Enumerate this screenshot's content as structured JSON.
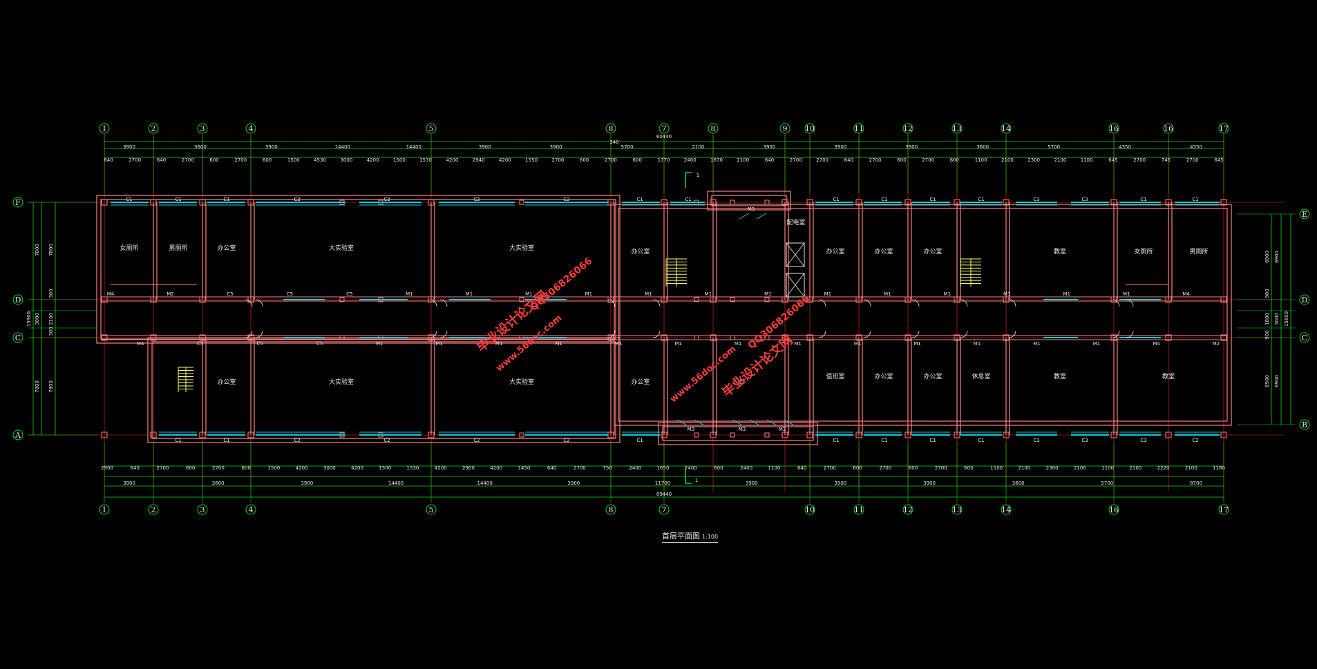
{
  "drawing": {
    "title": "首层平面图",
    "scale": "1:100",
    "total_length": "89440",
    "colors": {
      "background": "#000000",
      "dimension": "#00e000",
      "axis": "#ff2020",
      "wall": "#ff8080",
      "window": "#00d0e0",
      "text": "#e8e8e8",
      "stair": "#ffff66",
      "watermark": "#ff3030"
    },
    "axis_labels_top": [
      "1",
      "2",
      "3",
      "4",
      "5",
      "8",
      "7",
      "8",
      "9",
      "10",
      "11",
      "12",
      "13",
      "14",
      "16",
      "16",
      "17"
    ],
    "axis_labels_bottom": [
      "1",
      "2",
      "3",
      "4",
      "5",
      "8",
      "7",
      "10",
      "11",
      "12",
      "13",
      "14",
      "16",
      "17"
    ],
    "axis_labels_rows_left": [
      "F",
      "D",
      "C",
      "A"
    ],
    "axis_labels_rows_right": [
      "E",
      "D",
      "C",
      "B"
    ],
    "dims_top_outer": [
      "3900",
      "3600",
      "3900",
      "14400",
      "14400",
      "3900",
      "3900",
      "5700",
      "2100",
      "3900",
      "3900",
      "3900",
      "3600",
      "5700",
      "4350",
      "4350"
    ],
    "dims_top_inner": [
      "640",
      "2700",
      "640",
      "2700",
      "600",
      "2700",
      "600",
      "1500",
      "4530",
      "3000",
      "4200",
      "1500",
      "1530",
      "4200",
      "2940",
      "4200",
      "1550",
      "2700",
      "600",
      "2700",
      "600",
      "1770",
      "2400",
      "1670",
      "2100",
      "640",
      "2700",
      "2700",
      "640",
      "2700",
      "600",
      "2700",
      "600",
      "1100",
      "2100",
      "2300",
      "2100",
      "1100",
      "645",
      "2700",
      "745",
      "2700",
      "645"
    ],
    "dims_top_small": [
      "340",
      "60440"
    ],
    "dims_bottom_inner": [
      "2900",
      "640",
      "2700",
      "600",
      "2700",
      "600",
      "1500",
      "4200",
      "3000",
      "4200",
      "1500",
      "1530",
      "4200",
      "2900",
      "4200",
      "1450",
      "640",
      "2700",
      "750",
      "2400",
      "1650",
      "2400",
      "600",
      "2400",
      "1100",
      "640",
      "2700",
      "600",
      "2700",
      "600",
      "2700",
      "600",
      "1100",
      "2100",
      "2300",
      "2100",
      "1100",
      "2100",
      "2220",
      "2100",
      "1180"
    ],
    "dims_bottom_outer": [
      "3900",
      "3600",
      "3900",
      "14400",
      "14400",
      "3900",
      "11700",
      "3900",
      "3900",
      "3900",
      "3600",
      "5700",
      "8700"
    ],
    "dims_bottom_total": [
      "89440"
    ],
    "dims_left": [
      "7800",
      "7800",
      "300",
      "15900",
      "3000",
      "2100",
      "300",
      "7800",
      "7800"
    ],
    "dims_right": [
      "6900",
      "6900",
      "900",
      "15600",
      "3000",
      "1800",
      "900",
      "6900",
      "6900"
    ],
    "section_mark": "1",
    "rooms": [
      "女厕所",
      "男厕所",
      "办公室",
      "大实验室",
      "大实验室",
      "办公室",
      "配电室",
      "办公室",
      "办公室",
      "办公室",
      "教室",
      "女厕所",
      "男厕所",
      "办公室",
      "大实验室",
      "大实验室",
      "办公室",
      "门厅",
      "值班室",
      "办公室",
      "办公室",
      "休息室",
      "教室",
      "教室"
    ],
    "tags_top": [
      "C1",
      "C1",
      "C1",
      "C2",
      "C2",
      "C2",
      "C2",
      "C1",
      "C1",
      "M3",
      "C1",
      "C1",
      "C1",
      "C1",
      "C3",
      "C3",
      "C1",
      "C1"
    ],
    "tags_bottom": [
      "C1",
      "C1",
      "C2",
      "C2",
      "C2",
      "C2",
      "C1",
      "M3",
      "M3",
      "M3",
      "C1",
      "C1",
      "C1",
      "C1",
      "C3",
      "C3",
      "C3",
      "C2"
    ],
    "tags_corridor": [
      "M4",
      "M4",
      "M2",
      "C5",
      "C5",
      "C5",
      "C5",
      "C5",
      "C5",
      "M1",
      "M1",
      "M1",
      "M1",
      "M1",
      "M1",
      "M1",
      "M1",
      "M1",
      "M1",
      "M1",
      "M1",
      "M1",
      "M1",
      "M1",
      "M1",
      "M1",
      "M1",
      "M1",
      "M1",
      "M1",
      "M1",
      "M1",
      "M1",
      "M1",
      "M1",
      "M4",
      "M4",
      "M2"
    ],
    "watermark_site": "www.56doc.com",
    "watermark_qq": "QQ306826066",
    "watermark_brand": "毕业设计论文网"
  }
}
